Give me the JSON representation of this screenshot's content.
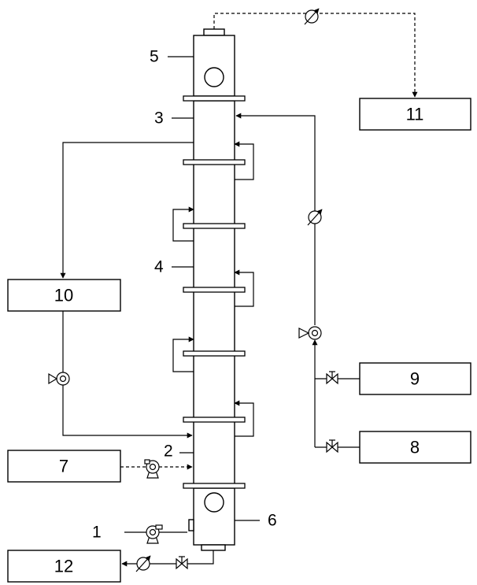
{
  "boxes": {
    "b7": "7",
    "b8": "8",
    "b9": "9",
    "b10": "10",
    "b11": "11",
    "b12": "12"
  },
  "labels": {
    "l1": "1",
    "l2": "2",
    "l3": "3",
    "l4": "4",
    "l5": "5",
    "l6": "6"
  }
}
